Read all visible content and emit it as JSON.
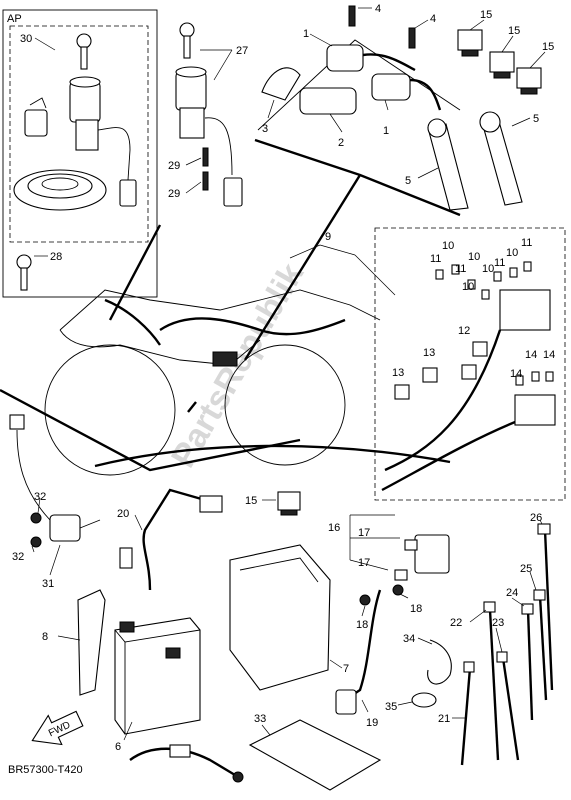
{
  "diagram_code": "BR57300-T420",
  "watermark": "PartsRepublik",
  "ap_box_label": "AP",
  "fwd_label": "FWD",
  "callouts": {
    "c1a": "1",
    "c1b": "1",
    "c2": "2",
    "c3": "3",
    "c4a": "4",
    "c4b": "4",
    "c5a": "5",
    "c5b": "5",
    "c6": "6",
    "c7": "7",
    "c8": "8",
    "c9": "9",
    "c10a": "10",
    "c10b": "10",
    "c10c": "10",
    "c10d": "10",
    "c10e": "10",
    "c11a": "11",
    "c11b": "11",
    "c11c": "11",
    "c11d": "11",
    "c12": "12",
    "c13a": "13",
    "c13b": "13",
    "c14a": "14",
    "c14b": "14",
    "c14c": "14",
    "c15a": "15",
    "c15b": "15",
    "c15c": "15",
    "c15d": "15",
    "c16": "16",
    "c17a": "17",
    "c17b": "17",
    "c18a": "18",
    "c18b": "18",
    "c19": "19",
    "c20": "20",
    "c21": "21",
    "c22": "22",
    "c23": "23",
    "c24": "24",
    "c25": "25",
    "c26": "26",
    "c27": "27",
    "c28": "28",
    "c29a": "29",
    "c29b": "29",
    "c30": "30",
    "c31": "31",
    "c32a": "32",
    "c32b": "32",
    "c33": "33",
    "c34": "34",
    "c35": "35"
  }
}
